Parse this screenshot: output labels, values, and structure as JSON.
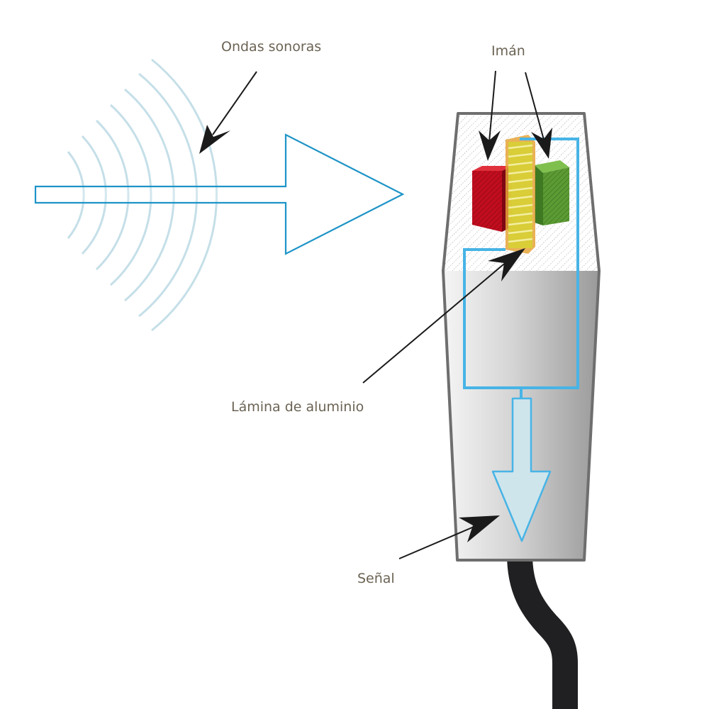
{
  "labels": {
    "sound_waves": "Ondas sonoras",
    "magnet": "Imán",
    "aluminum_foil": "Lámina de aluminio",
    "signal": "Señal"
  },
  "colors": {
    "label_text": "#6b6354",
    "sound_arrow": "#1d94c7",
    "wave": "#c5dfe8",
    "coil_wire": "#47b4e6",
    "signal_arrow_fill": "#cfe5ec",
    "magnet_red": "#c00d1e",
    "magnet_green": "#5b9b33",
    "foil": "#d8cf37",
    "cable": "#202022",
    "pointer": "#1a1a1a",
    "casing_outline": "#6e6e6e"
  }
}
